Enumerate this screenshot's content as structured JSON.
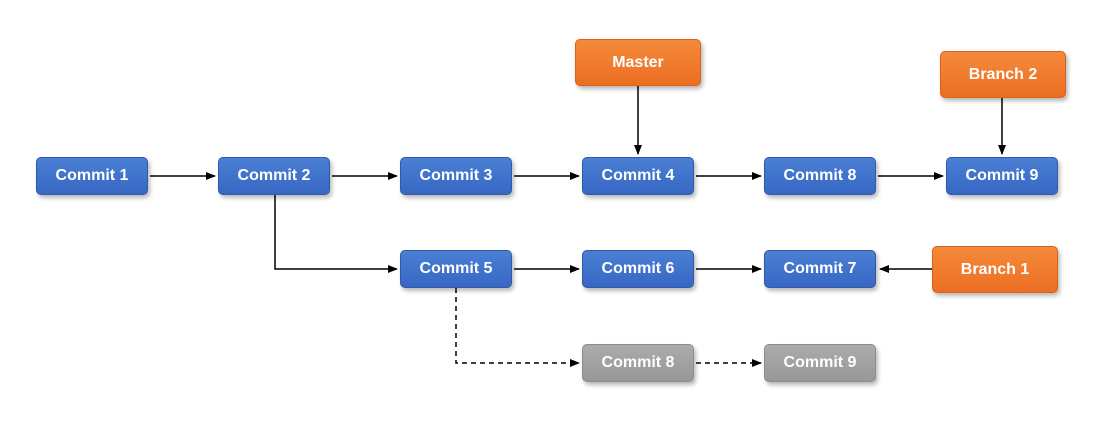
{
  "diagram": {
    "nodes": [
      {
        "id": "c1",
        "label": "Commit 1",
        "kind": "commit",
        "color": "blue"
      },
      {
        "id": "c2",
        "label": "Commit 2",
        "kind": "commit",
        "color": "blue"
      },
      {
        "id": "c3",
        "label": "Commit 3",
        "kind": "commit",
        "color": "blue"
      },
      {
        "id": "c4",
        "label": "Commit 4",
        "kind": "commit",
        "color": "blue"
      },
      {
        "id": "c8a",
        "label": "Commit 8",
        "kind": "commit",
        "color": "blue"
      },
      {
        "id": "c9a",
        "label": "Commit 9",
        "kind": "commit",
        "color": "blue"
      },
      {
        "id": "c5",
        "label": "Commit 5",
        "kind": "commit",
        "color": "blue"
      },
      {
        "id": "c6",
        "label": "Commit 6",
        "kind": "commit",
        "color": "blue"
      },
      {
        "id": "c7",
        "label": "Commit 7",
        "kind": "commit",
        "color": "blue"
      },
      {
        "id": "c8b",
        "label": "Commit 8",
        "kind": "commit",
        "color": "gray"
      },
      {
        "id": "c9b",
        "label": "Commit 9",
        "kind": "commit",
        "color": "gray"
      },
      {
        "id": "master",
        "label": "Master",
        "kind": "branch",
        "color": "orange"
      },
      {
        "id": "branch2",
        "label": "Branch 2",
        "kind": "branch",
        "color": "orange"
      },
      {
        "id": "branch1",
        "label": "Branch 1",
        "kind": "branch",
        "color": "orange"
      }
    ],
    "edges": [
      {
        "from": "c1",
        "to": "c2",
        "style": "solid"
      },
      {
        "from": "c2",
        "to": "c3",
        "style": "solid"
      },
      {
        "from": "c3",
        "to": "c4",
        "style": "solid"
      },
      {
        "from": "c4",
        "to": "c8a",
        "style": "solid"
      },
      {
        "from": "c8a",
        "to": "c9a",
        "style": "solid"
      },
      {
        "from": "c2",
        "to": "c5",
        "style": "solid"
      },
      {
        "from": "c5",
        "to": "c6",
        "style": "solid"
      },
      {
        "from": "c6",
        "to": "c7",
        "style": "solid"
      },
      {
        "from": "c5",
        "to": "c8b",
        "style": "dashed"
      },
      {
        "from": "c8b",
        "to": "c9b",
        "style": "dashed"
      },
      {
        "from": "master",
        "to": "c4",
        "style": "solid"
      },
      {
        "from": "branch2",
        "to": "c9a",
        "style": "solid"
      },
      {
        "from": "branch1",
        "to": "c7",
        "style": "solid"
      }
    ],
    "colors": {
      "commit_blue": "#3767c4",
      "commit_gray": "#9e9e9e",
      "branch_orange": "#ee7428",
      "edge": "#000000"
    }
  }
}
